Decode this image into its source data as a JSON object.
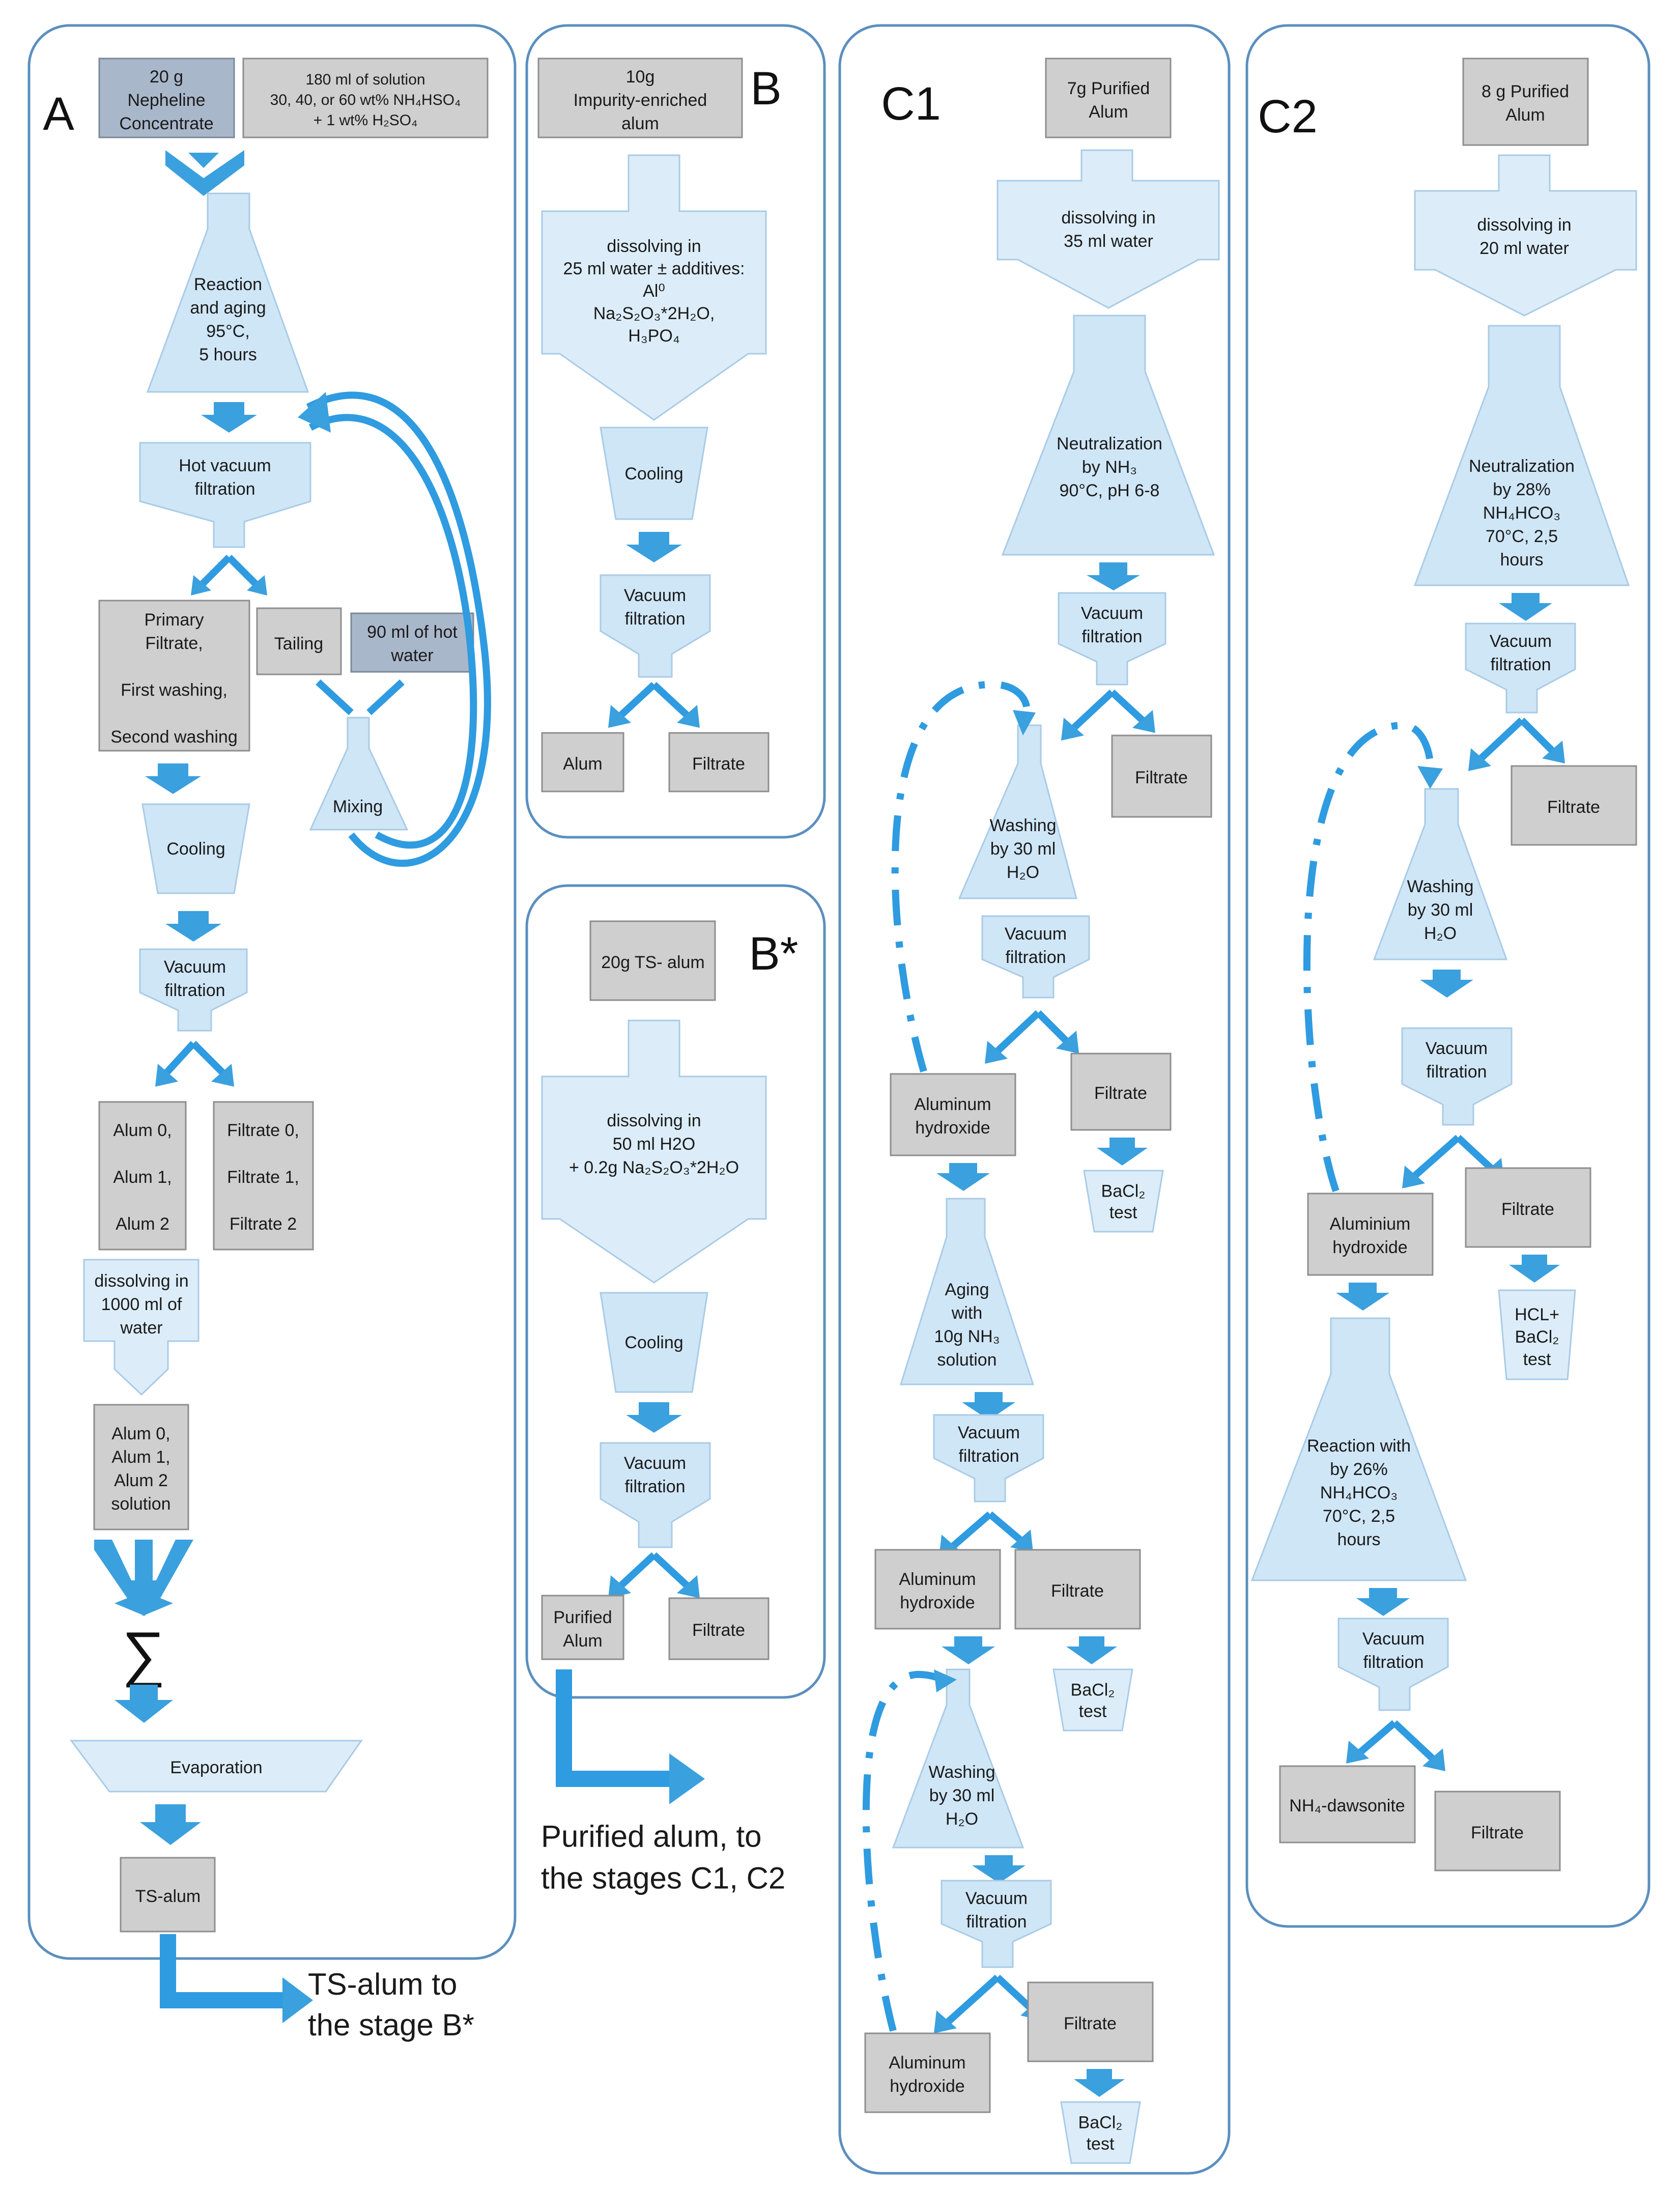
{
  "panels": {
    "A": "A",
    "B": "B",
    "Bstar": "B*",
    "C1": "C1",
    "C2": "C2"
  },
  "nodes": {
    "a_nepheline": [
      "20 g",
      "Nepheline",
      "Concentrate"
    ],
    "a_solution": [
      "180 ml of solution",
      "30, 40, or 60 wt% NH₄HSO₄",
      "+ 1 wt% H₂SO₄"
    ],
    "a_reaction": [
      "Reaction",
      "and aging",
      "95°C,",
      "5 hours"
    ],
    "a_hotfilt": [
      "Hot vacuum",
      "filtration"
    ],
    "a_primary": [
      "Primary",
      "Filtrate,",
      "",
      "First washing,",
      "",
      "Second washing"
    ],
    "a_tailing": [
      "Tailing"
    ],
    "a_hotwater": [
      "90 ml of hot",
      "water"
    ],
    "a_mixing": [
      "Mixing"
    ],
    "a_cooling": [
      "Cooling"
    ],
    "a_vacfilt": [
      "Vacuum",
      "filtration"
    ],
    "a_alums": [
      "Alum 0,",
      "",
      "Alum 1,",
      "",
      "Alum 2"
    ],
    "a_filtrates": [
      "Filtrate 0,",
      "",
      "Filtrate 1,",
      "",
      "Filtrate 2"
    ],
    "a_dissolving": [
      "dissolving in",
      "1000 ml of",
      "water"
    ],
    "a_solution2": [
      "Alum 0,",
      "Alum 1,",
      "Alum 2",
      "solution"
    ],
    "a_sigma": [
      "∑"
    ],
    "a_evaporation": [
      "Evaporation"
    ],
    "a_tsalum": [
      "TS-alum"
    ],
    "a_note": [
      "TS-alum to",
      "the stage B*"
    ],
    "b_impure": [
      "10g",
      "Impurity-enriched",
      "alum"
    ],
    "b_dissolving": [
      "dissolving in",
      "25 ml water ±  additives:",
      "Al⁰",
      "Na₂S₂O₃*2H₂O,",
      "H₃PO₄"
    ],
    "b_cooling": [
      "Cooling"
    ],
    "b_vacfilt": [
      "Vacuum",
      "filtration"
    ],
    "b_alum": [
      "Alum"
    ],
    "b_filtrate": [
      "Filtrate"
    ],
    "bs_tsalum": [
      "20g  TS- alum"
    ],
    "bs_dissolving": [
      "dissolving in",
      "50 ml H2O",
      "+ 0.2g Na₂S₂O₃*2H₂O"
    ],
    "bs_cooling": [
      "Cooling"
    ],
    "bs_vacfilt": [
      "Vacuum",
      "filtration"
    ],
    "bs_purified": [
      "Purified",
      "Alum"
    ],
    "bs_filtrate": [
      "Filtrate"
    ],
    "bs_note": [
      "Purified alum, to",
      "the stages C1, C2"
    ],
    "c1_purified": [
      "7g Purified",
      "Alum"
    ],
    "c1_dissolving": [
      "dissolving in",
      "35 ml water"
    ],
    "c1_neutral": [
      "Neutralization",
      "by NH₃",
      "90°C, pH 6-8"
    ],
    "c1_vacfilt1": [
      "Vacuum",
      "filtration"
    ],
    "c1_filtrate1": [
      "Filtrate"
    ],
    "c1_washing1": [
      "Washing",
      "by 30 ml",
      "H₂O"
    ],
    "c1_vacfilt2": [
      "Vacuum",
      "filtration"
    ],
    "c1_alhyd1": [
      "Aluminum",
      "hydroxide"
    ],
    "c1_filtrate2": [
      "Filtrate"
    ],
    "c1_bacl1": [
      "BaCl₂",
      "test"
    ],
    "c1_aging": [
      "Aging",
      "with",
      "10g NH₃",
      "solution"
    ],
    "c1_vacfilt3": [
      "Vacuum",
      "filtration"
    ],
    "c1_alhyd2": [
      "Aluminum",
      "hydroxide"
    ],
    "c1_filtrate3": [
      "Filtrate"
    ],
    "c1_bacl2": [
      "BaCl₂",
      "test"
    ],
    "c1_washing2": [
      "Washing",
      "by 30 ml",
      "H₂O"
    ],
    "c1_vacfilt4": [
      "Vacuum",
      "filtration"
    ],
    "c1_alhyd3": [
      "Aluminum",
      "hydroxide"
    ],
    "c1_filtrate4": [
      "Filtrate"
    ],
    "c1_bacl3": [
      "BaCl₂",
      "test"
    ],
    "c2_purified": [
      "8 g Purified",
      "Alum"
    ],
    "c2_dissolving": [
      "dissolving in",
      "20 ml water"
    ],
    "c2_neutral": [
      "Neutralization",
      "by 28%",
      "NH₄HCO₃",
      "70°C, 2,5",
      "hours"
    ],
    "c2_vacfilt1": [
      "Vacuum",
      "filtration"
    ],
    "c2_filtrate1": [
      "Filtrate"
    ],
    "c2_washing": [
      "Washing",
      "by 30 ml",
      "H₂O"
    ],
    "c2_vacfilt2": [
      "Vacuum",
      "filtration"
    ],
    "c2_alhyd": [
      "Aluminium",
      "hydroxide"
    ],
    "c2_filtrate2": [
      "Filtrate"
    ],
    "c2_hcl": [
      "HCL+",
      "BaCl₂",
      "test"
    ],
    "c2_reaction": [
      "Reaction with",
      "by 26%",
      "NH₄HCO₃",
      "70°C, 2,5",
      "hours"
    ],
    "c2_vacfilt3": [
      "Vacuum",
      "filtration"
    ],
    "c2_dawsonite": [
      "NH₄-dawsonite"
    ],
    "c2_filtrate3": [
      "Filtrate"
    ]
  }
}
